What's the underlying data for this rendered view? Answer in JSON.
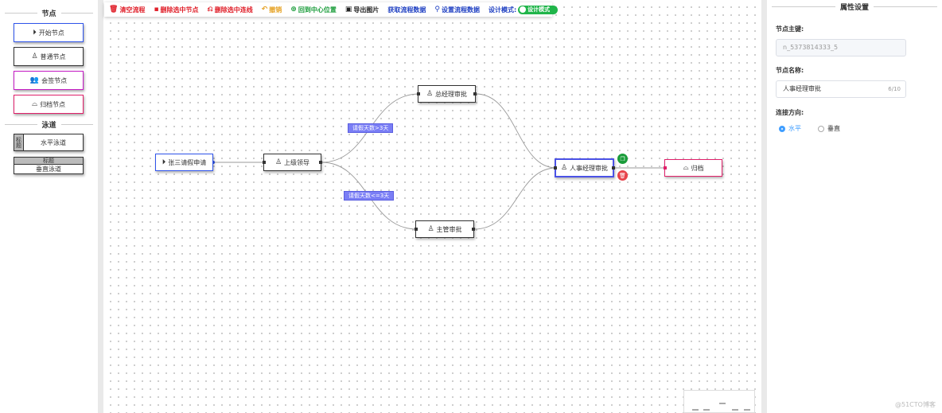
{
  "palette": {
    "nodes_title": "节点",
    "start": "开始节点",
    "normal": "普通节点",
    "countersign": "会签节点",
    "archive": "归档节点",
    "lanes_title": "泳道",
    "lane_h_label": "标题",
    "lane_h_text": "水平泳道",
    "lane_v_label": "标题",
    "lane_v_text": "垂直泳道"
  },
  "toolbar": {
    "clear": "清空流程",
    "delete_nodes": "删除选中节点",
    "delete_edges": "删除选中连线",
    "undo": "撤销",
    "center": "回到中心位置",
    "export_image": "导出图片",
    "get_data": "获取流程数据",
    "set_data": "设置流程数据",
    "design_mode_label": "设计模式:",
    "design_mode_switch": "设计模式"
  },
  "flow": {
    "nodes": {
      "apply": "张三请假申请",
      "leader": "上级领导",
      "gm": "总经理审批",
      "supervisor": "主管审批",
      "hr": "人事经理审批",
      "archive": "归档"
    },
    "edges": {
      "gt3": "请假天数>3天",
      "le3": "请假天数<=3天"
    }
  },
  "properties": {
    "title": "属性设置",
    "key_label": "节点主键:",
    "key_value": "n_5373814333_5",
    "name_label": "节点名称:",
    "name_value": "人事经理审批",
    "name_count": "6/10",
    "direction_label": "连接方向:",
    "horizontal": "水平",
    "vertical": "垂直",
    "selected_direction": "水平"
  },
  "watermark": "@51CTO博客",
  "colors": {
    "selected_border": "#4b52e6",
    "start_border": "#2f54eb",
    "countersign_border": "#c41bc4",
    "archive_border": "#e0206a",
    "edge_label_bg": "#7a7ef5",
    "switch_on": "#20b54a",
    "delete_btn": "#e8434b",
    "copy_btn": "#1a9c3a"
  }
}
